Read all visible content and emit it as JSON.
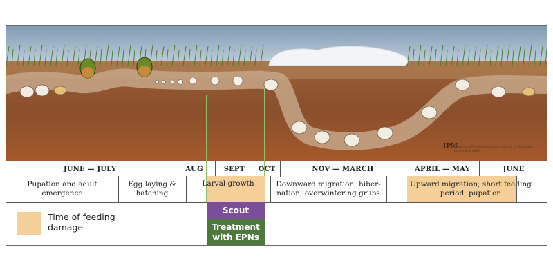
{
  "months": [
    {
      "label": "JUNE — JULY"
    },
    {
      "label": "AUG"
    },
    {
      "label": "SEPT"
    },
    {
      "label": "OCT"
    },
    {
      "label": "NOV — MARCH"
    },
    {
      "label": "APRIL — MAY"
    },
    {
      "label": "JUNE"
    }
  ],
  "stages": [
    {
      "label": "Pupation and adult emergence"
    },
    {
      "label": "Egg laying & hatching"
    },
    {
      "label": "Larval growth"
    },
    {
      "label": "Downward migration; hiber- nation; overwintering grubs"
    },
    {
      "label": "Upward migration; short feeding period; pupation"
    }
  ],
  "legend": {
    "label": "Time of feeding damage"
  },
  "actions": {
    "scout": "Scout",
    "treatment": "Treatment with EPNs"
  },
  "credit": {
    "logo": "IPM",
    "text": "Integrated Pest Management, Cornell U. Illustration by Karen English"
  },
  "colors": {
    "damage": "#f5cf98",
    "scout": "#7b4e9c",
    "treatment": "#4d7a3c",
    "soil": "#8e5430",
    "sky": "#9fb5c7"
  },
  "icons": [
    "beetle-icon",
    "grub-icon",
    "egg-icon",
    "pupa-icon",
    "snow-icon",
    "grass-icon"
  ]
}
